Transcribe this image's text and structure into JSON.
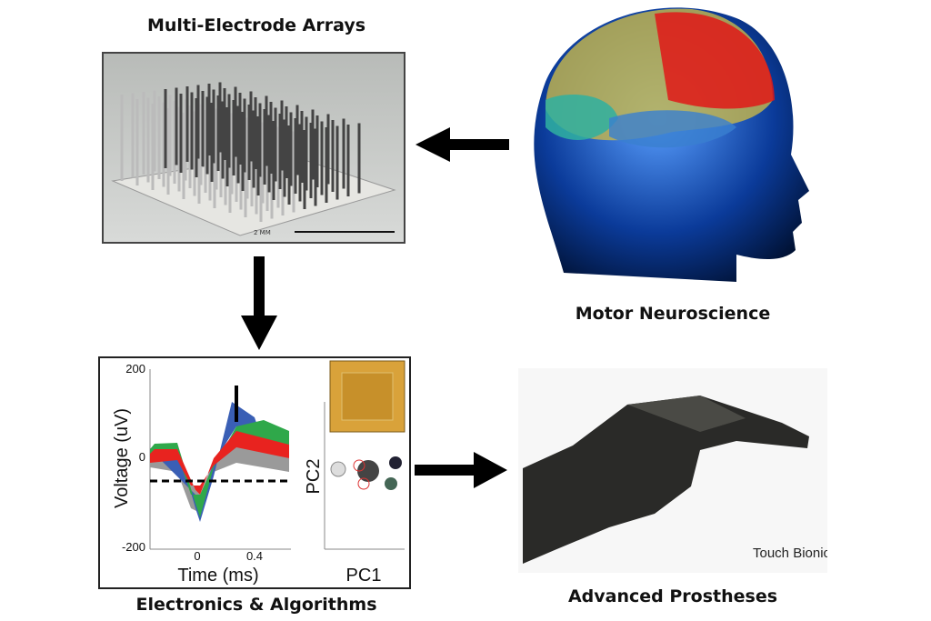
{
  "captions": {
    "mea": "Multi-Electrode Arrays",
    "motor": "Motor Neuroscience",
    "electronics": "Electronics & Algorithms",
    "prostheses": "Advanced Prostheses"
  },
  "mea_photo": {
    "scale_bar": "2 MM"
  },
  "plot": {
    "ylabel": "Voltage (uV)",
    "xlabel": "Time (ms)",
    "yticks": [
      "200",
      "0",
      "-200"
    ],
    "xticks": [
      "0",
      "0.4"
    ],
    "pca_xlabel": "PC1",
    "pca_ylabel": "PC2",
    "waveform_colors": [
      "#3a5fb5",
      "#2fa84a",
      "#e8231f",
      "#9a9a9a"
    ]
  },
  "hand": {
    "brand": "Touch Bionics"
  },
  "arrows": [
    "brain-to-array",
    "array-to-electronics",
    "electronics-to-prosthesis"
  ]
}
